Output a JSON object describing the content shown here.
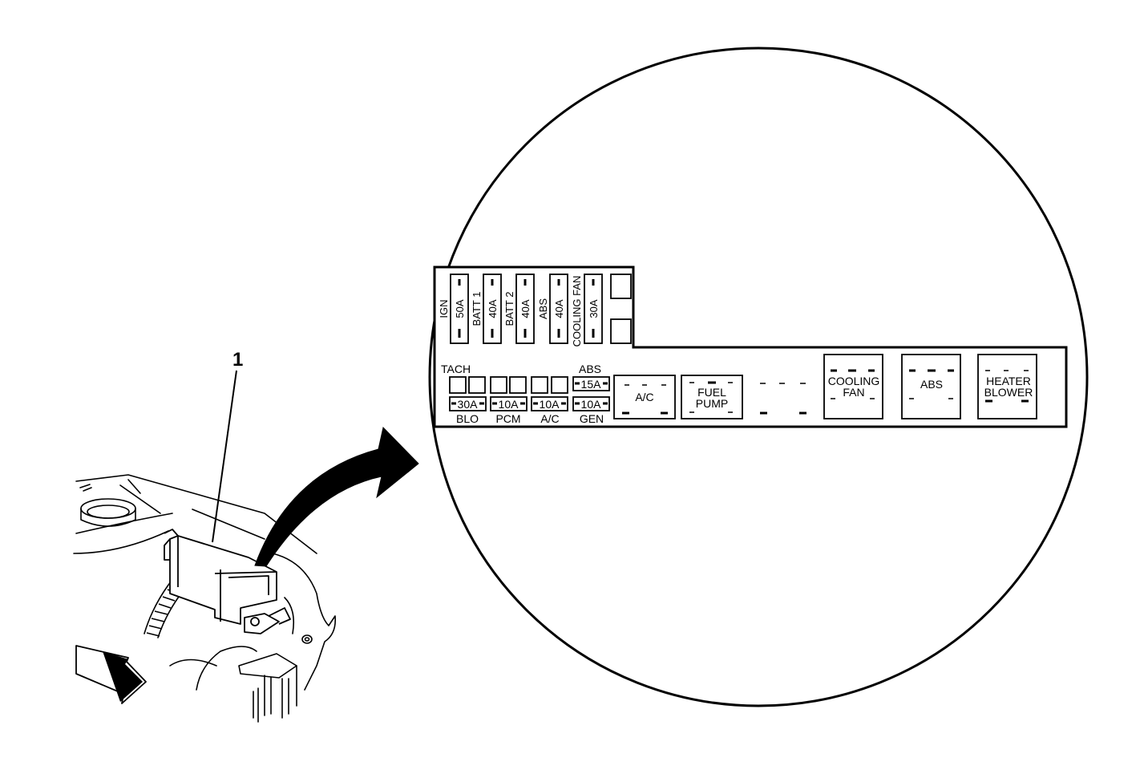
{
  "callout_number": "1",
  "maxi_fuses": [
    {
      "name": "IGN",
      "rating": "50A"
    },
    {
      "name": "BATT 1",
      "rating": "40A"
    },
    {
      "name": "BATT 2",
      "rating": "40A"
    },
    {
      "name": "ABS",
      "rating": "40A"
    },
    {
      "name": "COOLING FAN",
      "rating": "30A"
    }
  ],
  "mini_fuses": {
    "top_labels": {
      "tach": "TACH",
      "abs": "ABS"
    },
    "abs_rating": "15A",
    "bottom": [
      {
        "name": "BLO",
        "rating": "30A"
      },
      {
        "name": "PCM",
        "rating": "10A"
      },
      {
        "name": "A/C",
        "rating": "10A"
      },
      {
        "name": "GEN",
        "rating": "10A"
      }
    ]
  },
  "relays": {
    "ac": "A/C",
    "fuel_pump": [
      "FUEL",
      "PUMP"
    ],
    "cooling_fan": [
      "COOLING",
      "FAN"
    ],
    "abs": "ABS",
    "heater_blower": [
      "HEATER",
      "BLOWER"
    ]
  },
  "colors": {
    "ink": "#000000",
    "paper": "#ffffff"
  }
}
